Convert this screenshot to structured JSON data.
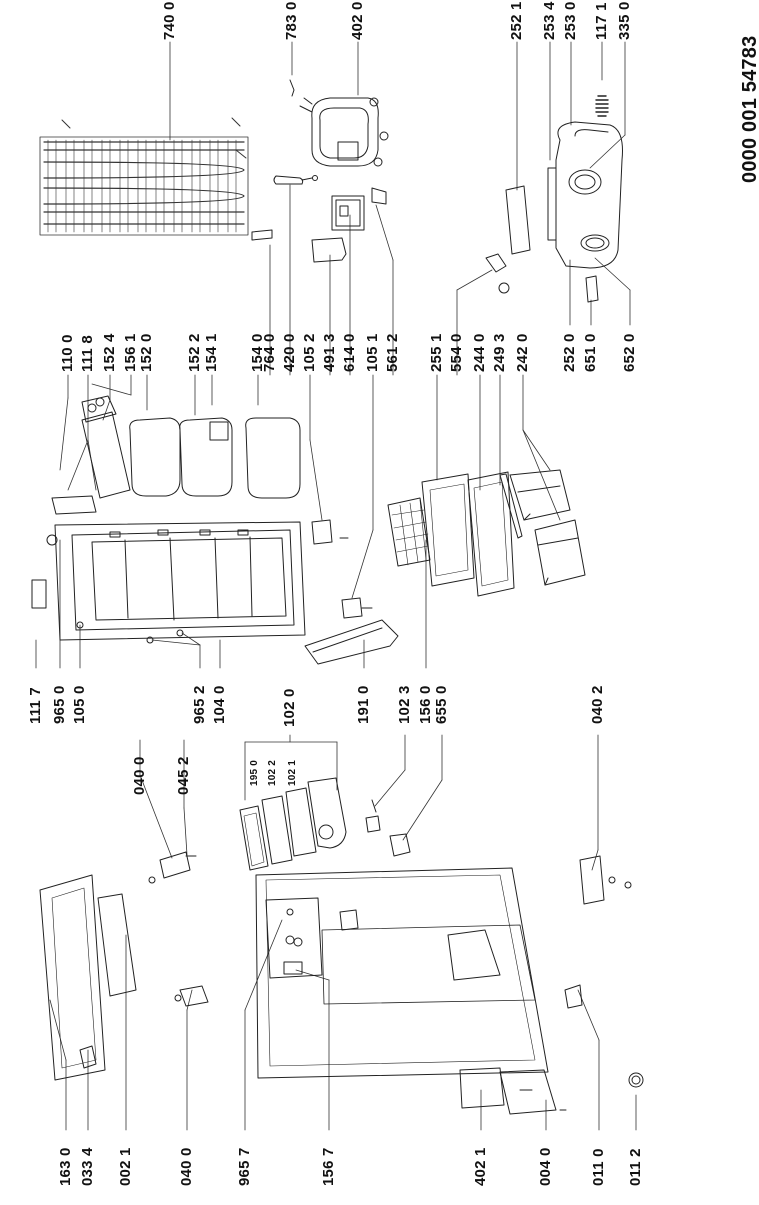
{
  "document_number": "0000 001 54783",
  "parts": {
    "p1630": "163 0",
    "p0334": "033 4",
    "p0021": "002 1",
    "p0400a": "040 0",
    "p9657": "965 7",
    "p1567": "156 7",
    "p4021": "402 1",
    "p0040": "004 0",
    "p0110": "011 0",
    "p0112": "011 2",
    "p0400b": "040 0",
    "p0452": "045 2",
    "p9652": "965 2",
    "p1040": "104 0",
    "p1117": "111 7",
    "p9650": "965 0",
    "p1050": "105 0",
    "p1020": "102 0",
    "p1950": "195 0",
    "p1022": "102 2",
    "p1021": "102 1",
    "p1910": "191 0",
    "p1023": "102 3",
    "p1560": "156 0",
    "p6550": "655 0",
    "p0402": "040 2",
    "p1100": "110 0",
    "p1118": "111 8",
    "p1524": "152 4",
    "p1561": "156 1",
    "p1520": "152 0",
    "p1522": "152 2",
    "p1541": "154 1",
    "p1540": "154 0",
    "p7640": "764 0",
    "p4200": "420 0",
    "p1052": "105 2",
    "p4913": "491 3",
    "p6140": "614 0",
    "p1051": "105 1",
    "p5612": "561 2",
    "p2551": "255 1",
    "p5540": "554 0",
    "p2440": "244 0",
    "p2493": "249 3",
    "p2420": "242 0",
    "p7400": "740 0",
    "p7830": "783 0",
    "p4020": "402 0",
    "p2521": "252 1",
    "p2534": "253 4",
    "p2530": "253 0",
    "p1171": "117 1",
    "p3350": "335 0",
    "p2520": "252 0",
    "p6510": "651 0",
    "p6520": "652 0"
  }
}
